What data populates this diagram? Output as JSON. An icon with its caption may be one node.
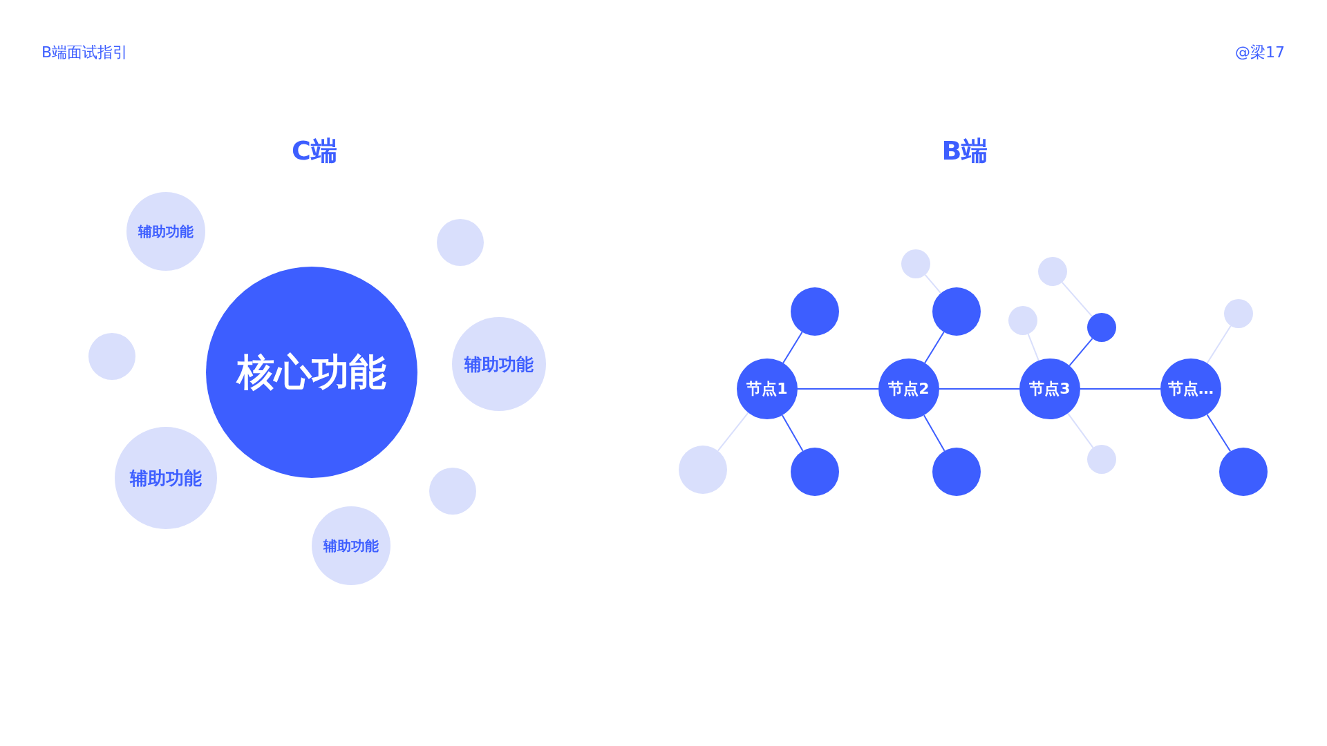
{
  "diagram": {
    "nodes": [
      {
        "text": [
          "辅助功能"
        ]
      },
      {
        "text": [],
        "shape": "circle"
      },
      {
        "text": [],
        "shape": "circle"
      },
      {
        "text": [
          "核心功能"
        ]
      },
      {
        "text": [
          "辅助功能"
        ]
      },
      {
        "text": [
          "辅助功能"
        ]
      },
      {
        "text": [],
        "shape": "circle"
      },
      {
        "text": [
          "辅助功能"
        ]
      },
      {
        "text": [],
        "shape": "circle"
      },
      {
        "text": [],
        "shape": "circle"
      },
      {
        "text": [],
        "shape": "circle"
      },
      {
        "text": [],
        "shape": "circle"
      },
      {
        "text": [],
        "shape": "circle"
      },
      {
        "text": [],
        "shape": "circle"
      },
      {
        "text": [],
        "shape": "circle"
      },
      {
        "text": [
          "节点1"
        ]
      },
      {
        "text": [
          "节点2"
        ]
      },
      {
        "text": [
          "节点3"
        ]
      },
      {
        "text": [
          "节点…"
        ]
      },
      {
        "text": [],
        "shape": "circle"
      },
      {
        "text": [],
        "shape": "circle"
      },
      {
        "text": [],
        "shape": "circle"
      },
      {
        "text": [],
        "shape": "circle"
      },
      {
        "text": [],
        "shape": "circle"
      }
    ],
    "edges": [
      {
        "from": 15,
        "to": 16,
        "arrow": "none"
      },
      {
        "from": 16,
        "to": 17,
        "arrow": "none"
      },
      {
        "from": 17,
        "to": 18,
        "arrow": "none"
      },
      {
        "from": 15,
        "to": 10,
        "arrow": "none"
      },
      {
        "from": 15,
        "to": 21,
        "arrow": "none"
      },
      {
        "from": 15,
        "to": 20,
        "arrow": "none",
        "color": "#d9dffc"
      },
      {
        "from": 16,
        "to": 11,
        "arrow": "none"
      },
      {
        "from": 16,
        "to": 22,
        "arrow": "none"
      },
      {
        "from": 11,
        "to": 8,
        "arrow": "none",
        "color": "#d9dffc"
      },
      {
        "from": 17,
        "to": 14,
        "arrow": "none"
      },
      {
        "from": 14,
        "to": 9,
        "arrow": "none",
        "color": "#d9dffc"
      },
      {
        "from": 17,
        "to": 13,
        "arrow": "none",
        "color": "#d9dffc"
      },
      {
        "from": 17,
        "to": 19,
        "arrow": "none",
        "color": "#d9dffc"
      },
      {
        "from": 18,
        "to": 12,
        "arrow": "none",
        "color": "#d9dffc"
      },
      {
        "from": 18,
        "to": 23,
        "arrow": "none"
      }
    ],
    "labels": [
      "B端面试指引",
      "@梁17",
      "C端",
      "B端"
    ]
  }
}
